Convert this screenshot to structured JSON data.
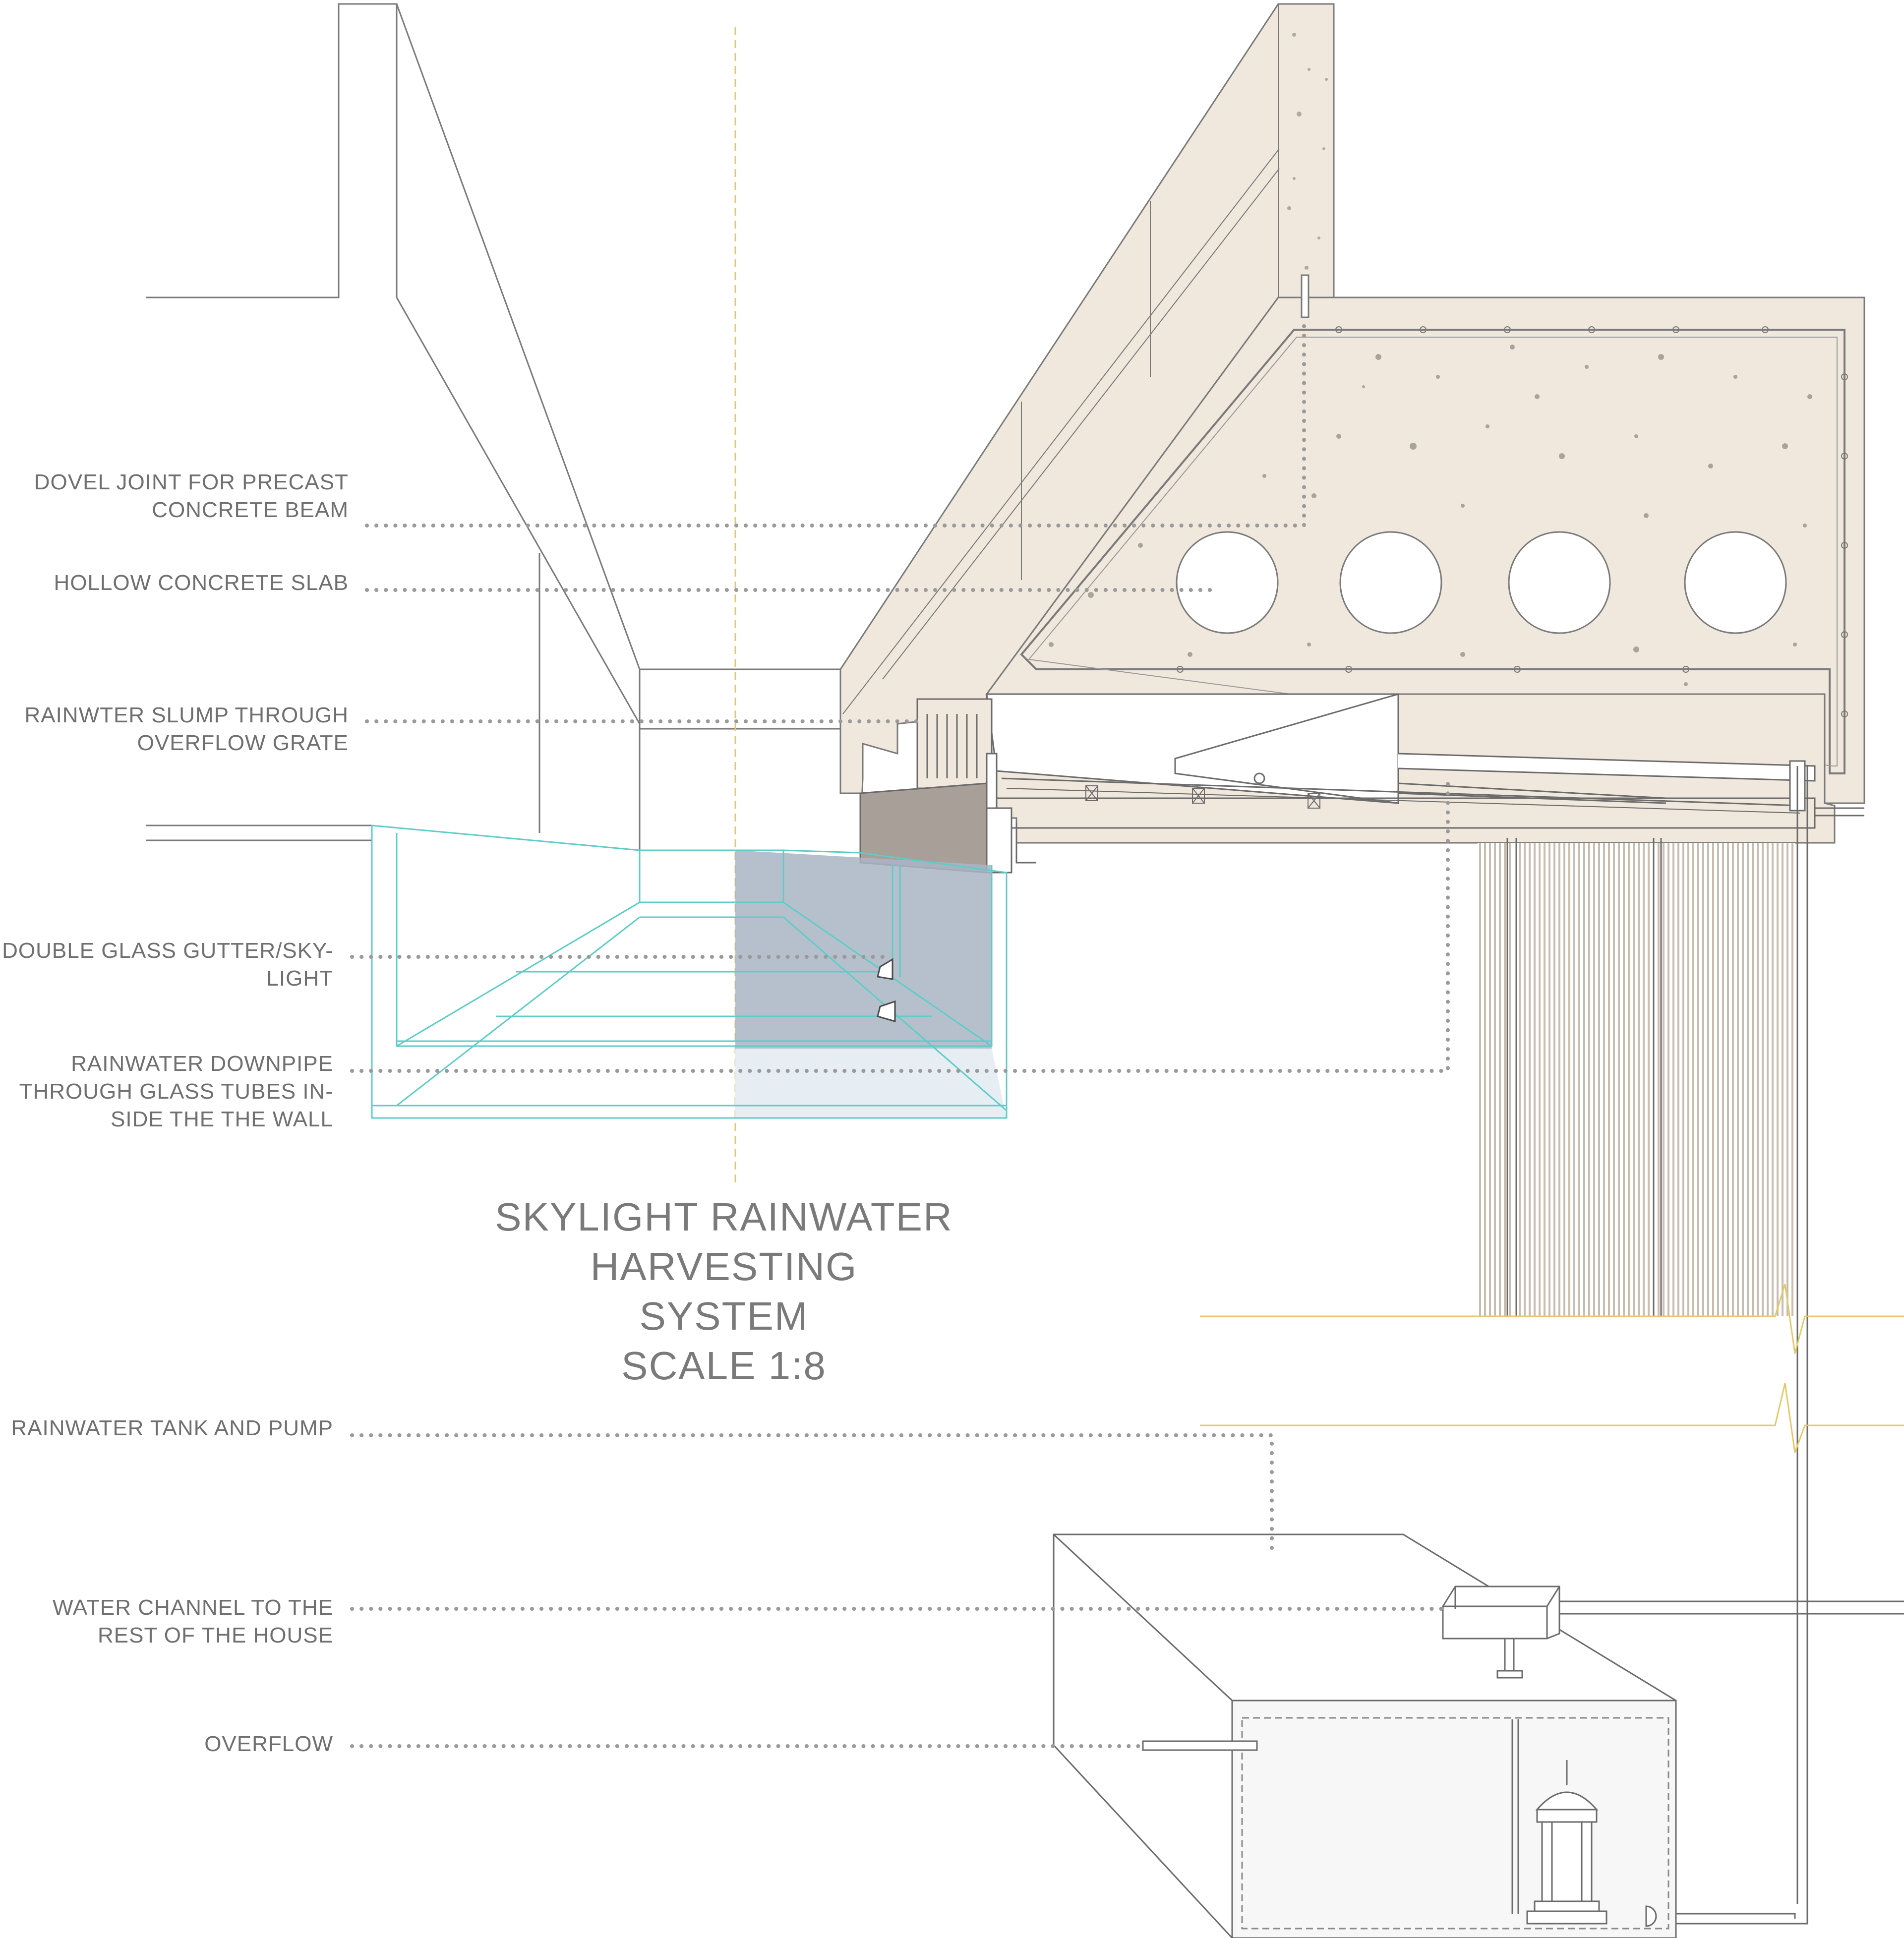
{
  "title": {
    "line1": "SKYLIGHT RAINWATER HARVESTING",
    "line2": "SYSTEM",
    "line3": "SCALE 1:8"
  },
  "labels": {
    "dowel_joint": {
      "line1": "DOVEL JOINT FOR PRECAST",
      "line2": "CONCRETE BEAM"
    },
    "hollow_slab": {
      "line1": "HOLLOW CONCRETE  SLAB"
    },
    "overflow_grate": {
      "line1": "RAINWTER SLUMP THROUGH",
      "line2": "OVERFLOW GRATE"
    },
    "glass_gutter": {
      "line1": "DOUBLE GLASS GUTTER/SKY-",
      "line2": "LIGHT"
    },
    "downpipe": {
      "line1": "RAINWATER DOWNPIPE",
      "line2": "THROUGH GLASS TUBES  IN-",
      "line3": "SIDE THE THE WALL"
    },
    "tank_pump": {
      "line1": "RAINWATER TANK AND PUMP"
    },
    "water_channel": {
      "line1": "WATER CHANNEL TO THE",
      "line2": "REST OF THE HOUSE"
    },
    "overflow": {
      "line1": "OVERFLOW"
    }
  },
  "colors": {
    "outline": "#6b6b6b",
    "concrete": "#f0e8dd",
    "concrete_dark": "#a89f98",
    "glass_outline": "#5ccdc8",
    "glass_fill": "#a9b5c4",
    "axis_line": "#e6c86a",
    "wall_stripes": "#c9bdb0",
    "leader": "#9a9a9a"
  }
}
